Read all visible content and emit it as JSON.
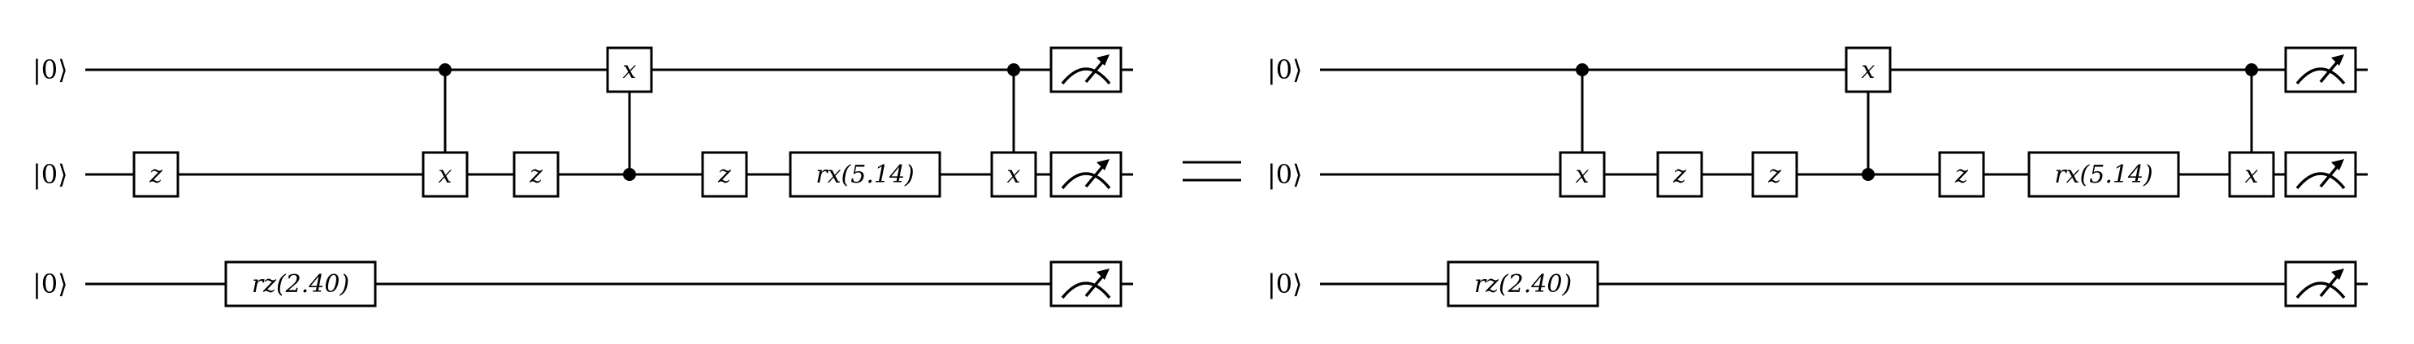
{
  "equals_symbol": "=",
  "circuits": [
    {
      "id": "left",
      "qubit_labels": [
        "|0⟩",
        "|0⟩",
        "|0⟩"
      ],
      "gates": [
        {
          "kind": "single",
          "label": "z",
          "qubit": 1
        },
        {
          "kind": "single",
          "label": "rz(2.40)",
          "qubit": 2
        },
        {
          "kind": "cnot",
          "label": "x",
          "control": 0,
          "target": 1
        },
        {
          "kind": "single",
          "label": "z",
          "qubit": 1
        },
        {
          "kind": "cnot",
          "label": "x",
          "control": 1,
          "target": 0
        },
        {
          "kind": "single",
          "label": "z",
          "qubit": 1
        },
        {
          "kind": "single",
          "label": "rx(5.14)",
          "qubit": 1
        },
        {
          "kind": "cnot",
          "label": "x",
          "control": 0,
          "target": 1
        },
        {
          "kind": "measure",
          "qubit": 0
        },
        {
          "kind": "measure",
          "qubit": 1
        },
        {
          "kind": "measure",
          "qubit": 2
        }
      ]
    },
    {
      "id": "right",
      "qubit_labels": [
        "|0⟩",
        "|0⟩",
        "|0⟩"
      ],
      "gates": [
        {
          "kind": "single",
          "label": "rz(2.40)",
          "qubit": 2
        },
        {
          "kind": "cnot",
          "label": "x",
          "control": 0,
          "target": 1
        },
        {
          "kind": "single",
          "label": "z",
          "qubit": 1
        },
        {
          "kind": "single",
          "label": "z",
          "qubit": 1
        },
        {
          "kind": "cnot",
          "label": "x",
          "control": 1,
          "target": 0
        },
        {
          "kind": "single",
          "label": "z",
          "qubit": 1
        },
        {
          "kind": "single",
          "label": "rx(5.14)",
          "qubit": 1
        },
        {
          "kind": "cnot",
          "label": "x",
          "control": 0,
          "target": 1
        },
        {
          "kind": "measure",
          "qubit": 0
        },
        {
          "kind": "measure",
          "qubit": 1
        },
        {
          "kind": "measure",
          "qubit": 2
        }
      ]
    }
  ]
}
